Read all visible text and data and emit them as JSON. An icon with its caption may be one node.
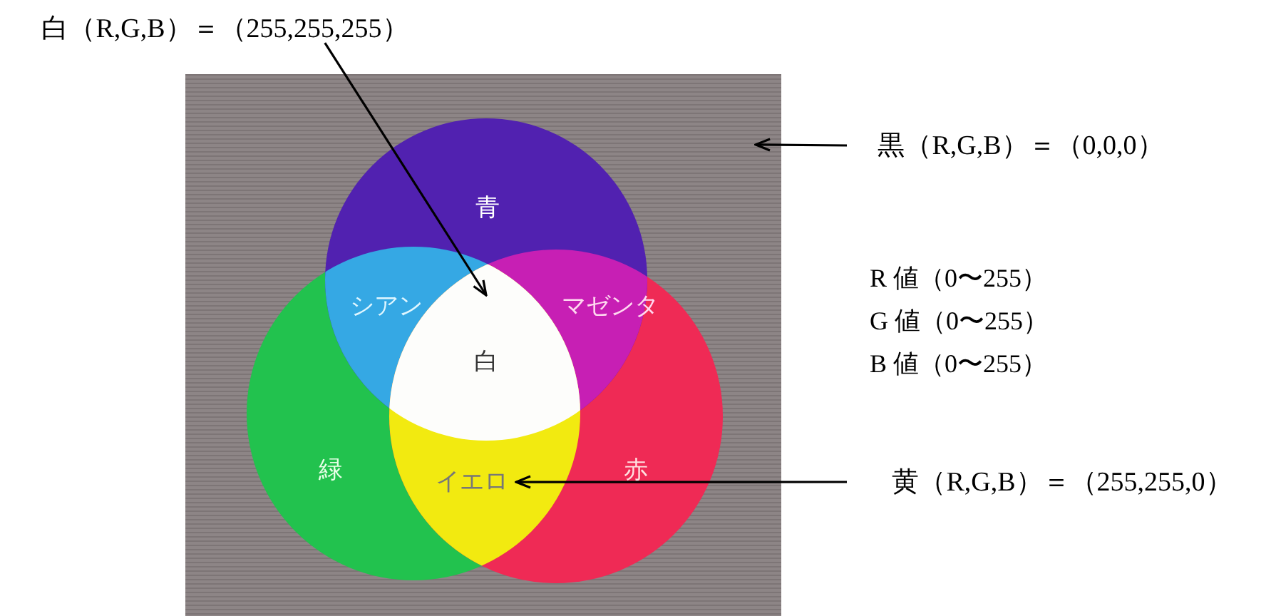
{
  "diagram": {
    "nodes": [
      {
        "text": [
          "白（R,G,B）＝（255,255,255）"
        ]
      },
      {
        "text": [],
        "shape": "box"
      },
      {
        "text": [
          "青"
        ],
        "in": 1
      },
      {
        "text": [
          "シアン"
        ],
        "in": 1
      },
      {
        "text": [
          "マゼンタ"
        ],
        "in": 1
      },
      {
        "text": [
          "白"
        ],
        "in": 1
      },
      {
        "text": [
          "緑"
        ],
        "in": 1
      },
      {
        "text": [
          "イエロ"
        ],
        "in": 1
      },
      {
        "text": [
          "赤"
        ],
        "in": 1
      },
      {
        "text": [
          "黒（R,G,B）＝（0,0,0）"
        ]
      },
      {
        "text": [
          "黄（R,G,B）＝（255,255,0）"
        ]
      }
    ],
    "edges": [
      {
        "from": 0,
        "to": 5,
        "arrow": "to"
      },
      {
        "from": 9,
        "to": 1,
        "arrow": "to"
      },
      {
        "from": 10,
        "to": 7,
        "arrow": "to"
      }
    ],
    "labels": [
      "R 値（0〜255）",
      "G 値（0〜255）",
      "B 値（0〜255）"
    ]
  }
}
